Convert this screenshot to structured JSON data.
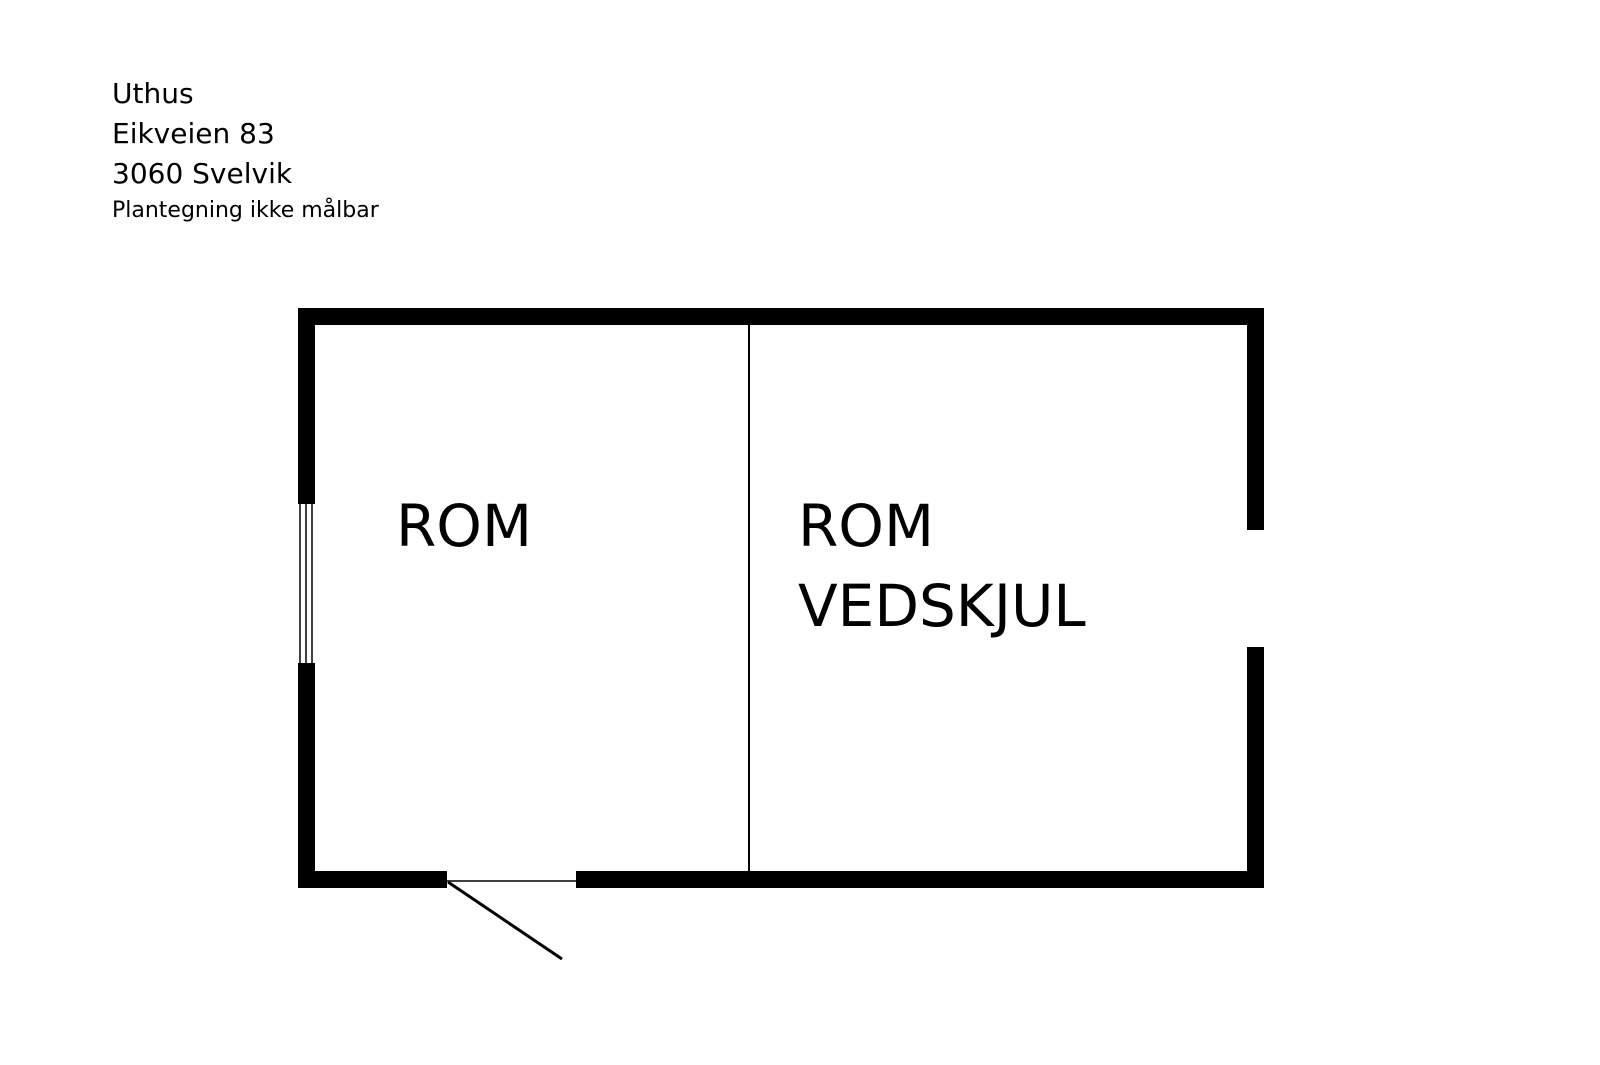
{
  "header": {
    "building": "Uthus",
    "street": "Eikveien 83",
    "city": "3060 Svelvik",
    "note": "Plantegning ikke målbar"
  },
  "rooms": {
    "left": {
      "label": "ROM"
    },
    "right": {
      "label_line1": "ROM",
      "label_line2": "VEDSKJUL"
    }
  },
  "colors": {
    "wall": "#000000",
    "background": "#ffffff"
  }
}
